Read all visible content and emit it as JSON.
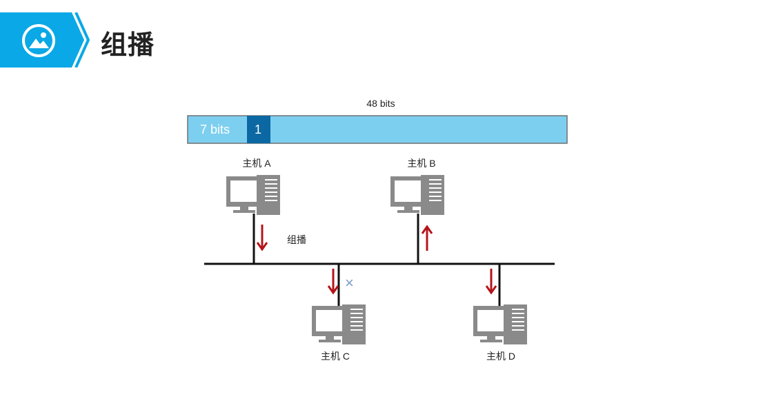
{
  "slide": {
    "title": "组播",
    "header_icon": "image-icon"
  },
  "frame": {
    "total_label": "48 bits",
    "field_7bits": "7 bits",
    "field_bit": "1"
  },
  "hosts": {
    "a": "主机 A",
    "b": "主机 B",
    "c": "主机 C",
    "d": "主机 D"
  },
  "annotations": {
    "multicast": "组播",
    "blocked_mark": "×"
  },
  "colors": {
    "accent": "#0aa8e6",
    "frame_light": "#7dcff0",
    "frame_dark": "#0b68a3",
    "arrow": "#b5141b",
    "computer": "#8a8a8a",
    "cross": "#7a9cc6"
  }
}
